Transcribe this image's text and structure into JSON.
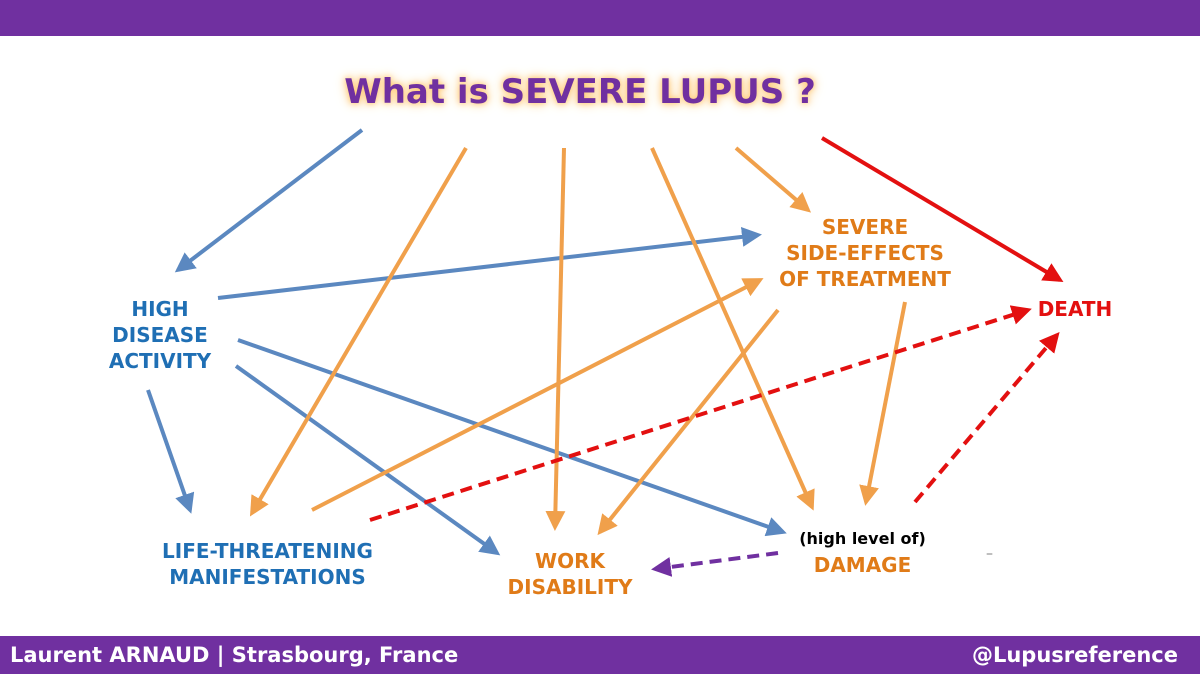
{
  "title": "What is SEVERE LUPUS ?",
  "nodes": {
    "high_disease_activity": [
      "HIGH",
      "DISEASE",
      "ACTIVITY"
    ],
    "severe_side_effects": [
      "SEVERE",
      "SIDE-EFFECTS",
      "OF TREATMENT"
    ],
    "death": "DEATH",
    "life_threatening": [
      "LIFE-THREATENING",
      "MANIFESTATIONS"
    ],
    "work_disability": [
      "WORK",
      "DISABILITY"
    ],
    "damage_prefix": "(high level of)",
    "damage": "DAMAGE"
  },
  "stray_mark": "–",
  "footer": {
    "author": "Laurent ARNAUD | Strasbourg, France",
    "handle": "@Lupusreference"
  },
  "colors": {
    "header_bar": "#7030a0",
    "title": "#7030a0",
    "blue_node": "#1f6fb4",
    "orange_node": "#e07b18",
    "death": "#e31010",
    "damage_prefix": "#000000",
    "blue_arrow": "#5b88c0",
    "orange_arrow": "#f0a04b",
    "red_arrow": "#e31010",
    "purple_arrow": "#7030a0"
  }
}
